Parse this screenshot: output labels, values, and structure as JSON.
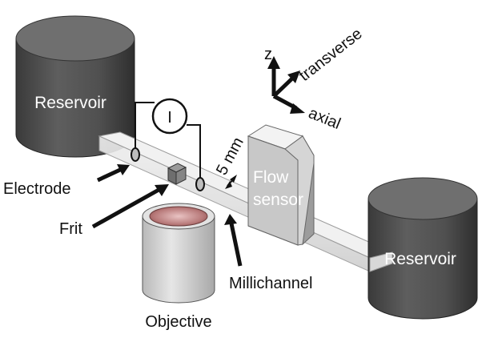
{
  "labels": {
    "reservoir_left": "Reservoir",
    "reservoir_right": "Reservoir",
    "electrode": "Electrode",
    "frit": "Frit",
    "objective": "Objective",
    "millichannel": "Millichannel",
    "flow_sensor_line1": "Flow",
    "flow_sensor_line2": "sensor",
    "meter": "I",
    "dimension": "5 mm"
  },
  "axes": {
    "z": "z",
    "transverse": "transverse",
    "axial": "axial"
  },
  "colors": {
    "reservoir": "#555555",
    "reservoir_top": "#6e6e6e",
    "channel": "#e3e3e3",
    "sensor": "#e8e8e8",
    "objective": "#d6d6d6",
    "lens": "#b07070"
  }
}
